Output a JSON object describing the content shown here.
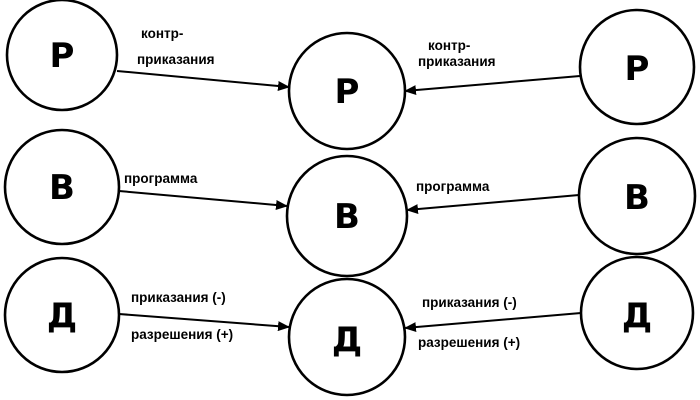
{
  "nodes": {
    "left_top": "Р",
    "left_middle": "В",
    "left_bottom": "Д",
    "center_top": "Р",
    "center_middle": "В",
    "center_bottom": "Д",
    "right_top": "Р",
    "right_middle": "В",
    "right_bottom": "Д"
  },
  "edges": {
    "left_top": {
      "line1": "контр-",
      "line2": "приказания"
    },
    "right_top": {
      "line1": "контр-",
      "line2": "приказания"
    },
    "left_middle": {
      "label": "программа"
    },
    "right_middle": {
      "label": "программа"
    },
    "left_bottom": {
      "upper": "приказания (-)",
      "lower": "разрешения (+)"
    },
    "right_bottom": {
      "upper": "приказания (-)",
      "lower": "разрешения (+)"
    }
  },
  "colors": {
    "stroke": "#000000",
    "background": "#ffffff"
  }
}
